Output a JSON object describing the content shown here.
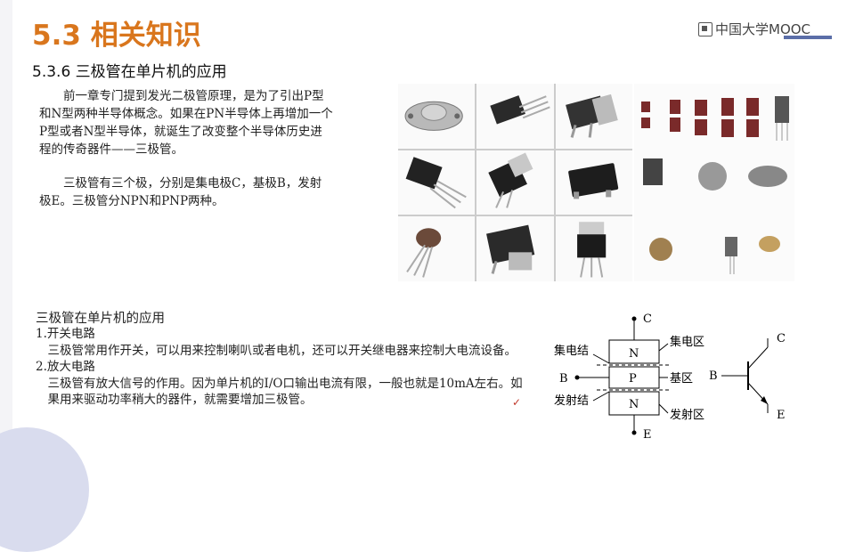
{
  "slide": {
    "title": "5.3 相关知识",
    "subtitle": "5.3.6 三极管在单片机的应用",
    "logo": "中国大学MOOC"
  },
  "intro": {
    "p1": "前一章专门提到发光二极管原理，是为了引出P型和N型两种半导体概念。如果在PN半导体上再增加一个P型或者N型半导体，就诞生了改变整个半导体历史进程的传奇器件——三极管。",
    "p2": "三极管有三个极，分别是集电极C，基极B，发射极E。三极管分NPN和PNP两种。"
  },
  "application": {
    "heading": "三极管在单片机的应用",
    "item1_title": "1.开关电路",
    "item1_text": "三极管常用作开关，可以用来控制喇叭或者电机，还可以开关继电器来控制大电流设备。",
    "item2_title": "2.放大电路",
    "item2_text": "三极管有放大信号的作用。因为单片机的I/O口输出电流有限，一般也就是10mA左右。如果用来驱动功率稍大的器件，就需要增加三极管。"
  },
  "diagram": {
    "c": "C",
    "b": "B",
    "e": "E",
    "n_top": "N",
    "p_mid": "P",
    "n_bot": "N",
    "collector_junction": "集电结",
    "emitter_junction": "发射结",
    "collector_region": "集电区",
    "base_region": "基区",
    "emitter_region": "发射区",
    "sym_c": "C",
    "sym_b": "B",
    "sym_e": "E"
  },
  "colors": {
    "title": "#d9761d",
    "accent": "#5b6ea8",
    "circle": "#d9dcee"
  }
}
